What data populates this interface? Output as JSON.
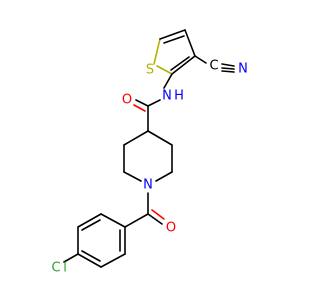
{
  "atoms": {
    "s1": {
      "text": "S",
      "color": "#b2b200"
    },
    "n_cn": {
      "text": "N",
      "color": "#0000ff"
    },
    "c_cn": {
      "text": "C",
      "color": "#000000"
    },
    "nh_n": {
      "text": "N",
      "color": "#0000ff"
    },
    "nh_h": {
      "text": "H",
      "color": "#0000ff"
    },
    "o_amide": {
      "text": "O",
      "color": "#ff0000"
    },
    "n_pip": {
      "text": "N",
      "color": "#0000ff"
    },
    "o_benz": {
      "text": "O",
      "color": "#ff0000"
    },
    "cl_c": {
      "text": "C",
      "color": "#2ca02c"
    },
    "cl_l": {
      "text": "l",
      "color": "#2ca02c"
    }
  }
}
